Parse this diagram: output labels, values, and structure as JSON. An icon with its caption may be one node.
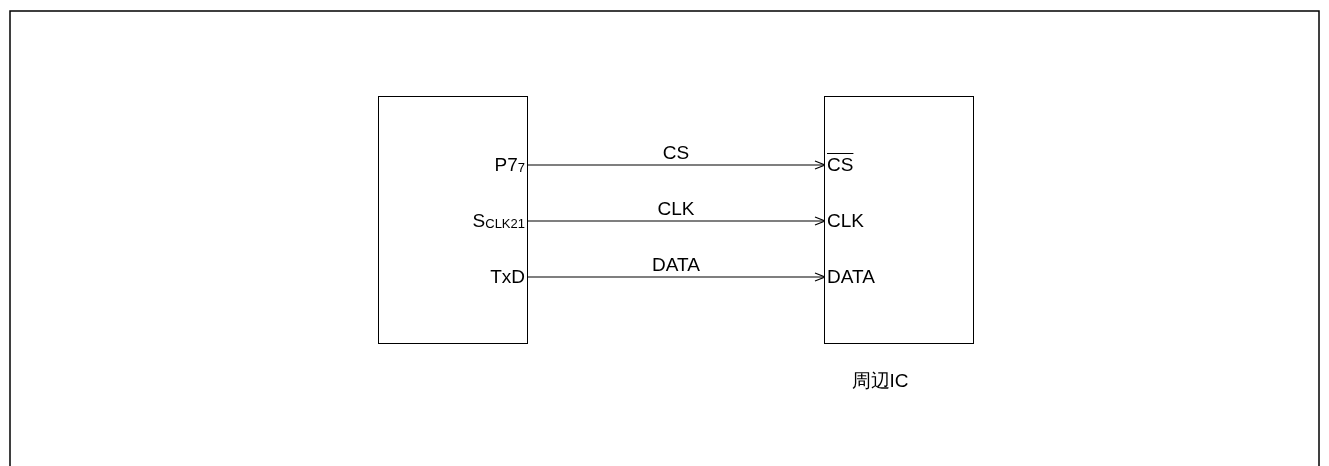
{
  "diagram": {
    "nodes": [
      {
        "text": [],
        "shape": "box"
      },
      {
        "text": [
          "P7$_{7}$"
        ],
        "in": 0
      },
      {
        "text": [
          "S$_{CLK21}$"
        ],
        "in": 0
      },
      {
        "text": [
          "TxD"
        ],
        "in": 0
      },
      {
        "text": [
          "周辺IC"
        ]
      },
      {
        "text": [
          "CS"
        ],
        "in": 4
      },
      {
        "text": [
          "CLK"
        ],
        "in": 4
      },
      {
        "text": [
          "DATA"
        ],
        "in": 4
      }
    ],
    "edges": [
      {
        "from": 1,
        "to": 5,
        "arrow": "to",
        "label": "CS"
      },
      {
        "from": 2,
        "to": 6,
        "arrow": "to",
        "label": "CLK"
      },
      {
        "from": 3,
        "to": 7,
        "arrow": "to",
        "label": "DATA"
      }
    ]
  }
}
